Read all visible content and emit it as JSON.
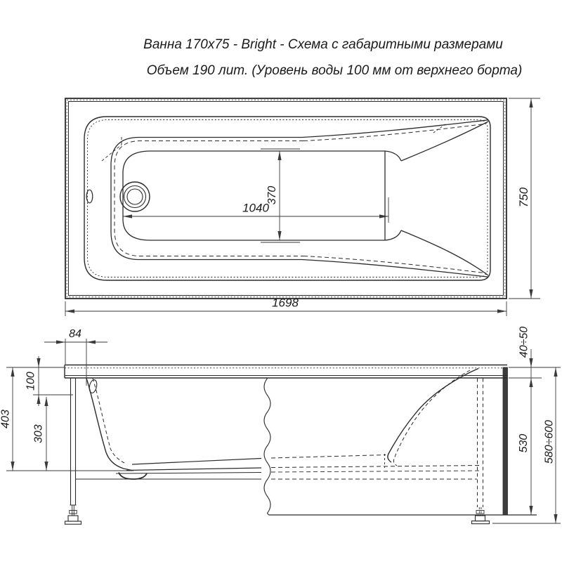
{
  "title": {
    "line1": "Ванна 170x75 - Bright - Схема с габаритными размерами",
    "line2": "Объем 190 лит. (Уровень воды 100 мм от верхнего борта)"
  },
  "top_view": {
    "inner_length": "1040",
    "inner_width": "370",
    "overall_length": "1698",
    "overall_width": "750"
  },
  "side_view": {
    "rim_edge_offset": "84",
    "water_level_depth": "100",
    "total_depth": "403",
    "bottom_depth": "303",
    "rim_thickness": "40÷50",
    "apron_panel_height": "530",
    "installation_height": "580÷600"
  },
  "colors": {
    "line": "#2b2b2b",
    "dimension_line": "#3a3a3a",
    "text": "#1a1a1a",
    "background": "#ffffff",
    "end_panel_fill": "#3d3d3d"
  }
}
